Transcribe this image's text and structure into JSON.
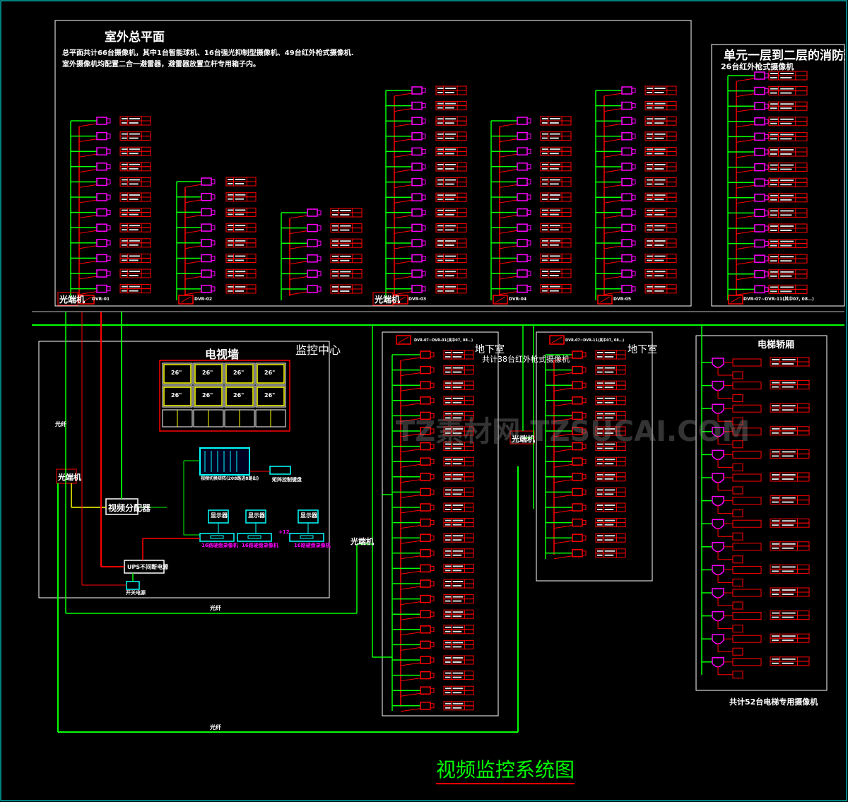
{
  "outdoor": {
    "title": "室外总平面",
    "note_line1": "总平面共计66台摄像机，其中1台智能球机、16台强光抑制型摄像机、49台红外枪式摄像机.",
    "note_line2": "室外摄像机均配置二合一避雷器，避雷器放置立杆专用箱子内。",
    "optical_terminal": "光端机",
    "dvr_labels": [
      "DVR-01",
      "DVR-02",
      "DVR-03",
      "DVR-04",
      "DVR-05"
    ]
  },
  "unit_stair": {
    "title": "单元一层到二层的消防通",
    "subtitle": "26台红外枪式摄像机",
    "dvr_label": "DVR-07~DVR-11(其中07, 08…)"
  },
  "control_center": {
    "title": "监控中心",
    "tv_wall_title": "电视墙",
    "monitor_size": "26\"",
    "matrix_label": "视频切换矩阵(208路进8路出)",
    "matrix_keyboard": "矩阵控制键盘",
    "display_label": "显示器",
    "dvr_label": "16路硬盘录像机",
    "dvr_count": "+12",
    "video_splitter": "视频分配器",
    "ups": "UPS不间断电源",
    "switch_power": "开关电源",
    "optical_terminal": "光端机",
    "fiber": "光纤"
  },
  "basement": {
    "title": "地下室",
    "summary": "共计38台红外枪式摄像机",
    "dvr_label_1": "DVR-07~DVR-01(其中07, 08…)",
    "dvr_label_2": "DVR-07~DVR-11(其中07, 08…)",
    "optical_terminal": "光端机"
  },
  "elevator": {
    "title": "电梯轿厢",
    "summary": "共计52台电梯专用摄像机"
  },
  "fiber_labels": [
    "光纤",
    "光纤",
    "光纤"
  ],
  "drawing_title": "视频监控系统图",
  "watermark": "TZ素材网 TZSUCAI.COM",
  "colors": {
    "green": "#00ff00",
    "red": "#ff0000",
    "magenta": "#ff00ff",
    "cyan": "#00ffff",
    "yellow": "#ffff00",
    "white": "#ffffff"
  }
}
